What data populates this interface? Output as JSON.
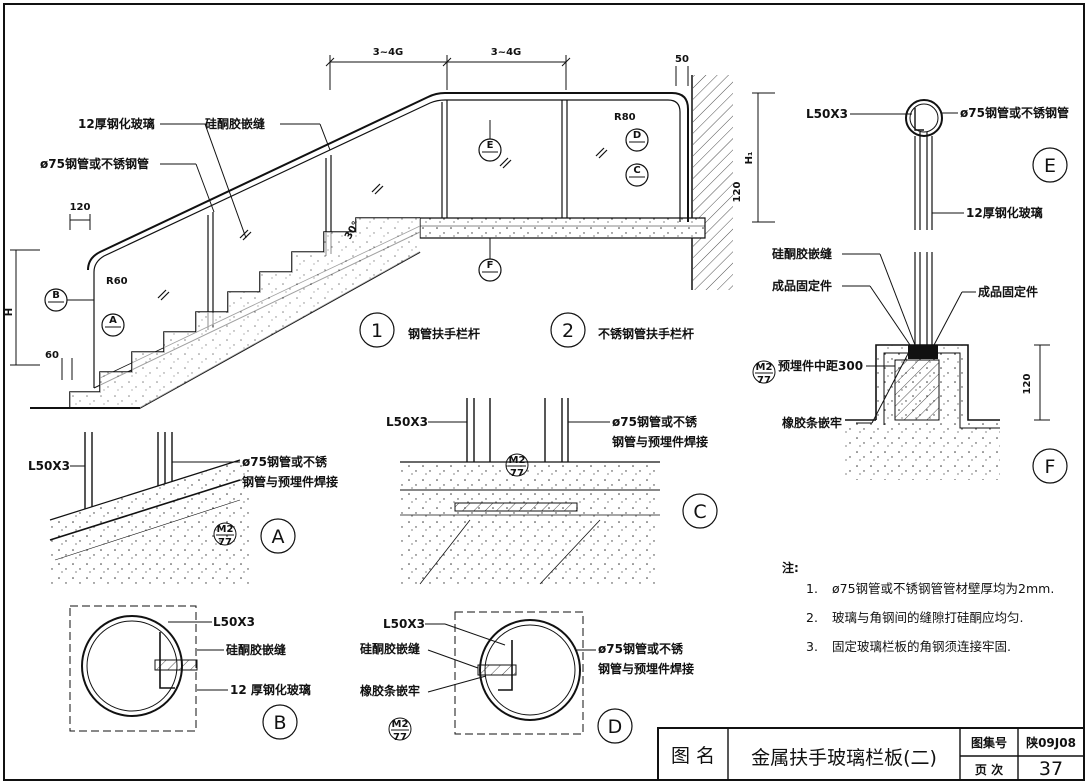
{
  "colors": {
    "ink": "#111111",
    "paper": "#ffffff",
    "concrete": "#dcdcdc"
  },
  "dimensions": {
    "spacing_left": "3~4G",
    "spacing_right": "3~4G",
    "wall_gap": "50",
    "post_offset": "120",
    "stair_offset": "60",
    "height_H": "H",
    "height_H1": "H₁",
    "curb_height": "120",
    "stair_angle": "30°"
  },
  "main_view": {
    "labels": {
      "glass": "12厚钢化玻璃",
      "silicone": "硅酮胶嵌缝",
      "pipe": "ø75钢管或不锈钢管",
      "r60": "R60",
      "r80": "R80"
    },
    "callouts": [
      "A",
      "B",
      "C",
      "D",
      "E",
      "F"
    ]
  },
  "legend": {
    "item1_num": "1",
    "item1_text": "钢管扶手栏杆",
    "item2_num": "2",
    "item2_text": "不锈钢管扶手栏杆"
  },
  "detail_A": {
    "letter": "A",
    "l50": "L50X3",
    "weld": "ø75钢管或不锈",
    "weld2": "钢管与预埋件焊接",
    "m2_top": "M2",
    "m2_bot": "77"
  },
  "detail_B": {
    "letter": "B",
    "l50": "L50X3",
    "silicone": "硅酮胶嵌缝",
    "glass": "12 厚钢化玻璃"
  },
  "detail_C": {
    "letter": "C",
    "l50": "L50X3",
    "weld": "ø75钢管或不锈",
    "weld2": "钢管与预埋件焊接",
    "m2_top": "M2",
    "m2_bot": "77"
  },
  "detail_D": {
    "letter": "D",
    "l50": "L50X3",
    "silicone": "硅酮胶嵌缝",
    "rubber": "橡胶条嵌牢",
    "weld": "ø75钢管或不锈",
    "weld2": "钢管与预埋件焊接",
    "m2_top": "M2",
    "m2_bot": "77"
  },
  "detail_E": {
    "letter": "E",
    "l50": "L50X3",
    "pipe": "ø75钢管或不锈钢管",
    "glass": "12厚钢化玻璃"
  },
  "detail_F": {
    "letter": "F",
    "silicone": "硅酮胶嵌缝",
    "fixer_left": "成品固定件",
    "fixer_right": "成品固定件",
    "embed": "预埋件中距300",
    "rubber": "橡胶条嵌牢",
    "m2_top": "M2",
    "m2_bot": "77"
  },
  "notes": {
    "title": "注:",
    "items": [
      {
        "num": "1.",
        "text": "ø75钢管或不锈钢管管材壁厚均为2mm."
      },
      {
        "num": "2.",
        "text": "玻璃与角钢间的缝隙打硅酮应均匀."
      },
      {
        "num": "3.",
        "text": "固定玻璃栏板的角钢须连接牢固."
      }
    ]
  },
  "title_block": {
    "name_label": "图 名",
    "name": "金属扶手玻璃栏板(二)",
    "atlas_label": "图集号",
    "atlas": "陕09J08",
    "page_label": "页 次",
    "page": "37"
  }
}
